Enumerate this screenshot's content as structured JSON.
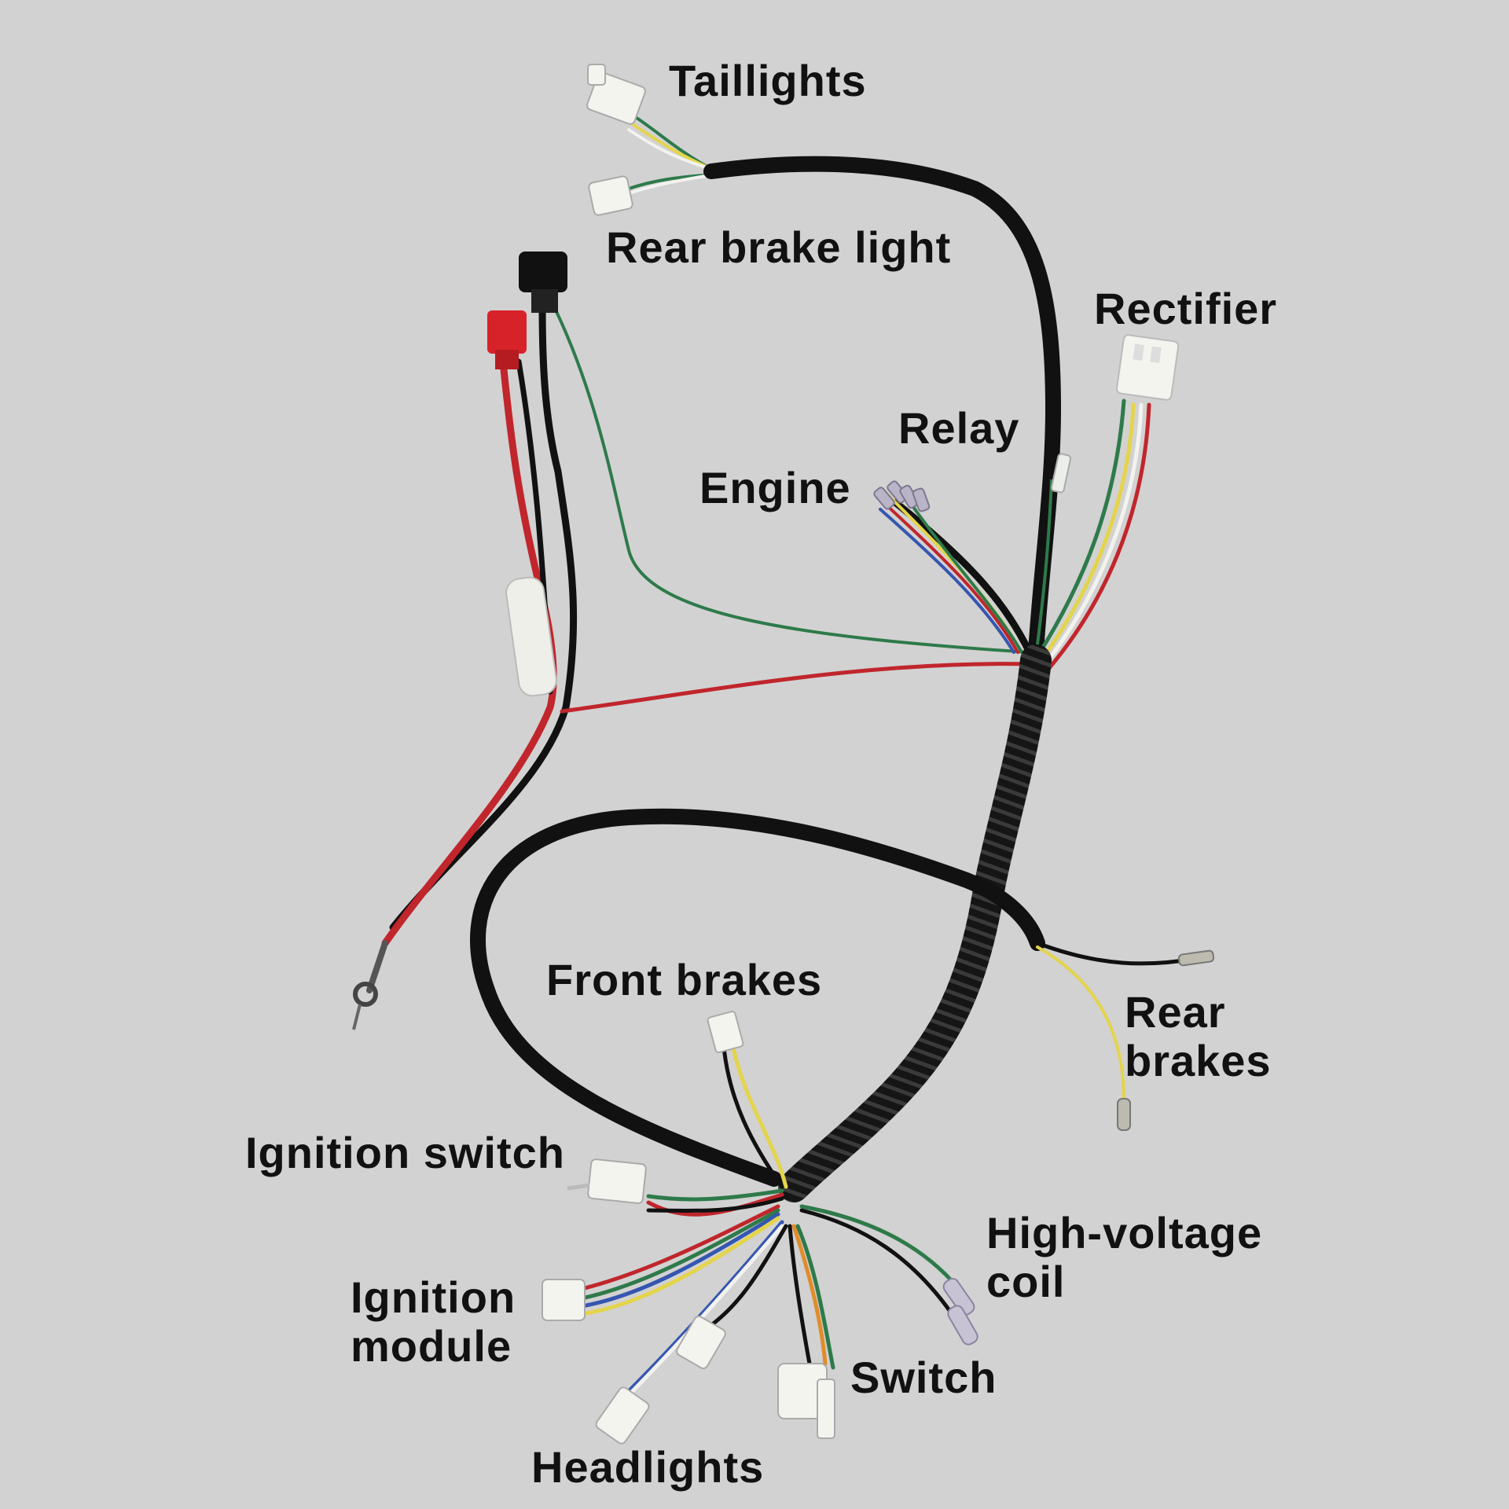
{
  "labels": {
    "taillights": "Taillights",
    "rear_brake_light": "Rear brake light",
    "rectifier": "Rectifier",
    "relay": "Relay",
    "engine": "Engine",
    "front_brakes": "Front brakes",
    "rear_brakes_1": "Rear",
    "rear_brakes_2": "brakes",
    "ignition_switch": "Ignition switch",
    "high_voltage_coil_1": "High-voltage",
    "high_voltage_coil_2": "coil",
    "ignition_module_1": "Ignition",
    "ignition_module_2": "module",
    "switch": "Switch",
    "headlights": "Headlights"
  },
  "colors": {
    "background": "#d2d2d2",
    "sheath": "#111111",
    "wire_red": "#c0262c",
    "wire_green": "#2e7a4a",
    "wire_yellow": "#e4d44c",
    "wire_blue": "#3556b0",
    "wire_white": "#f2f2ee",
    "connector_white": "#f4f4ef",
    "connector_red": "#d8222a"
  }
}
